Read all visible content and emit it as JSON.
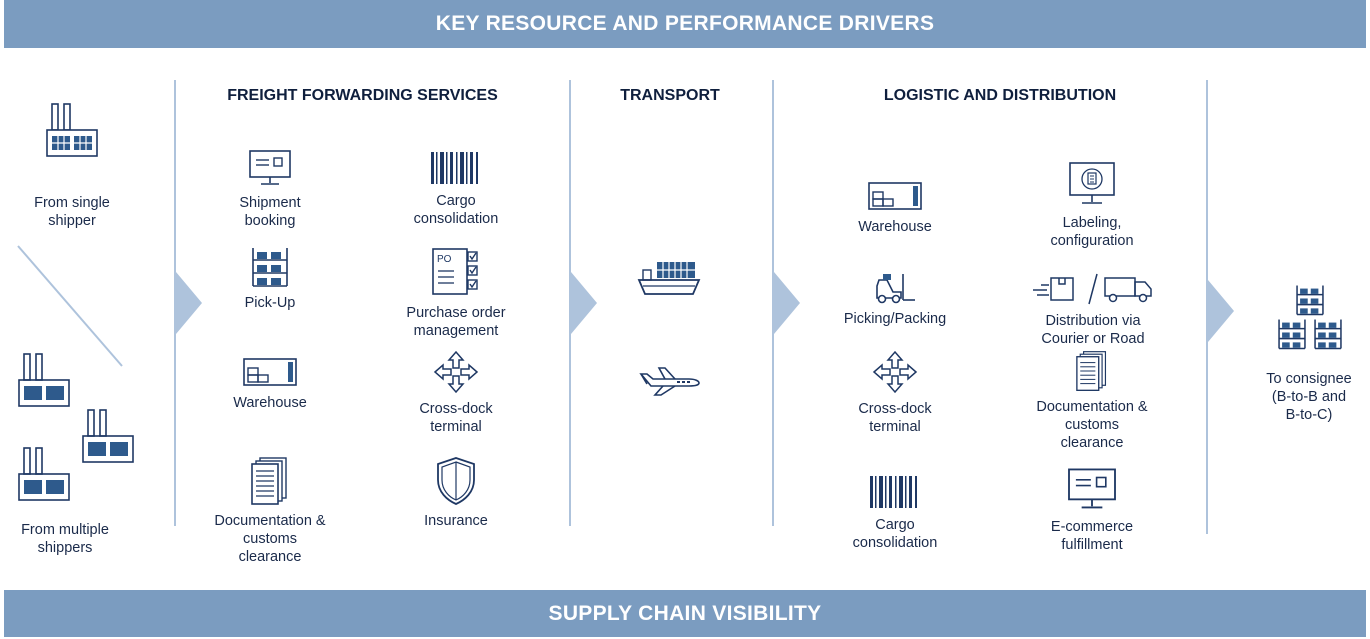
{
  "header": {
    "title": "KEY RESOURCE AND PERFORMANCE DRIVERS"
  },
  "footer": {
    "title": "SUPPLY CHAIN VISIBILITY"
  },
  "shippers": {
    "single": "From single\nshipper",
    "multiple": "From multiple\nshippers"
  },
  "freight": {
    "title": "FREIGHT FORWARDING SERVICES",
    "items": [
      "Shipment\nbooking",
      "Cargo\nconsolidation",
      "Pick-Up",
      "Purchase order\nmanagement",
      "Warehouse",
      "Cross-dock\nterminal",
      "Documentation &\ncustoms\nclearance",
      "Insurance"
    ],
    "po_tag": "PO"
  },
  "transport": {
    "title": "TRANSPORT"
  },
  "logistic": {
    "title": "LOGISTIC AND DISTRIBUTION",
    "items": [
      "Warehouse",
      "Labeling,\nconfiguration",
      "Picking/Packing",
      "Distribution via\nCourier or Road",
      "Cross-dock\nterminal",
      "Documentation &\ncustoms\nclearance",
      "Cargo\nconsolidation",
      "E-commerce\nfulfillment"
    ]
  },
  "consignee": {
    "label": "To consignee\n(B-to-B and\nB-to-C)"
  },
  "colors": {
    "banner": "#7b9cc0",
    "divider": "#aec3dc",
    "icon": "#1f3864",
    "icon_fill": "#2e5a8c"
  }
}
